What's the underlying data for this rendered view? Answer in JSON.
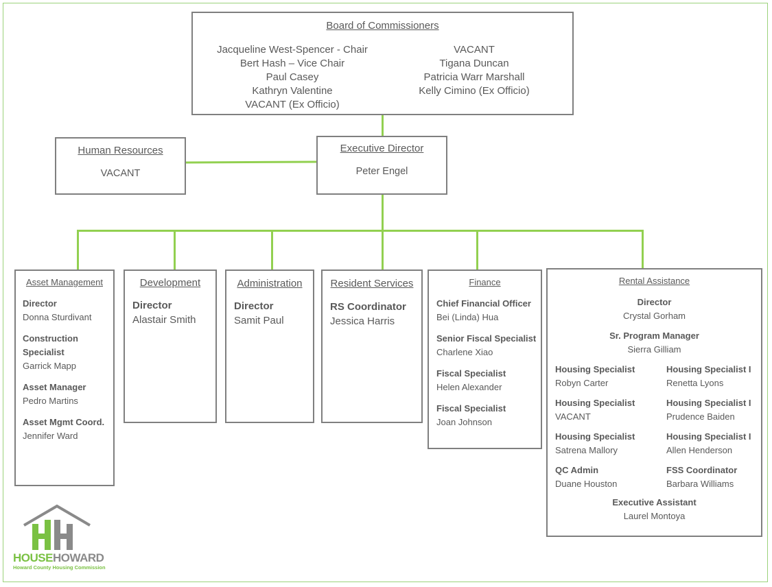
{
  "board": {
    "title": "Board of Commissioners",
    "left_members": [
      "Jacqueline West-Spencer - Chair",
      "Bert Hash – Vice Chair",
      "Paul Casey",
      "Kathryn Valentine",
      "VACANT (Ex Officio)"
    ],
    "right_members": [
      "VACANT",
      "Tigana Duncan",
      "Patricia Warr Marshall",
      "Kelly Cimino (Ex Officio)"
    ]
  },
  "human_resources": {
    "title": "Human Resources",
    "person": "VACANT"
  },
  "executive_director": {
    "title": "Executive Director",
    "person": "Peter Engel"
  },
  "asset_management": {
    "title": "Asset Management",
    "staff": [
      {
        "role": "Director",
        "name": "Donna Sturdivant"
      },
      {
        "role": "Construction",
        "role2": "Specialist",
        "name": "Garrick Mapp"
      },
      {
        "role": "Asset Manager",
        "name": "Pedro Martins"
      },
      {
        "role": "Asset Mgmt Coord.",
        "name": "Jennifer Ward"
      }
    ]
  },
  "development": {
    "title": "Development",
    "role": "Director",
    "name": "Alastair Smith"
  },
  "administration": {
    "title": "Administration",
    "role": "Director",
    "name": "Samit Paul"
  },
  "resident_services": {
    "title": "Resident Services",
    "role": "RS Coordinator",
    "name": "Jessica Harris"
  },
  "finance": {
    "title": "Finance",
    "staff": [
      {
        "role": "Chief Financial Officer",
        "name": "Bei (Linda) Hua"
      },
      {
        "role": "Senior Fiscal Specialist",
        "name": "Charlene Xiao"
      },
      {
        "role": "Fiscal Specialist",
        "name": "Helen Alexander"
      },
      {
        "role": "Fiscal Specialist",
        "name": "Joan Johnson"
      }
    ]
  },
  "rental_assistance": {
    "title": "Rental Assistance",
    "director": {
      "role": "Director",
      "name": "Crystal Gorham"
    },
    "program_manager": {
      "role": "Sr. Program Manager",
      "name": "Sierra Gilliam"
    },
    "left": [
      {
        "role": "Housing Specialist",
        "name": "Robyn Carter"
      },
      {
        "role": "Housing Specialist",
        "name": "VACANT"
      },
      {
        "role": "Housing Specialist",
        "name": "Satrena Mallory"
      },
      {
        "role": "QC Admin",
        "name": "Duane Houston"
      }
    ],
    "right": [
      {
        "role": "Housing Specialist I",
        "name": "Renetta Lyons"
      },
      {
        "role": "Housing Specialist I",
        "name": "Prudence Baiden"
      },
      {
        "role": "Housing Specialist I",
        "name": "Allen Henderson"
      },
      {
        "role": "FSS Coordinator",
        "name": "Barbara Williams"
      }
    ],
    "assistant": {
      "role": "Executive Assistant",
      "name": "Laurel Montoya"
    }
  },
  "logo": {
    "brand_left": "HOUSE",
    "brand_right": "HOWARD",
    "tagline": "Howard County Housing Commission"
  },
  "colors": {
    "connector": "#92d050",
    "border": "#7f7f7f",
    "text": "#595959",
    "logo_green": "#7ac143",
    "logo_gray": "#8a8a8a"
  }
}
